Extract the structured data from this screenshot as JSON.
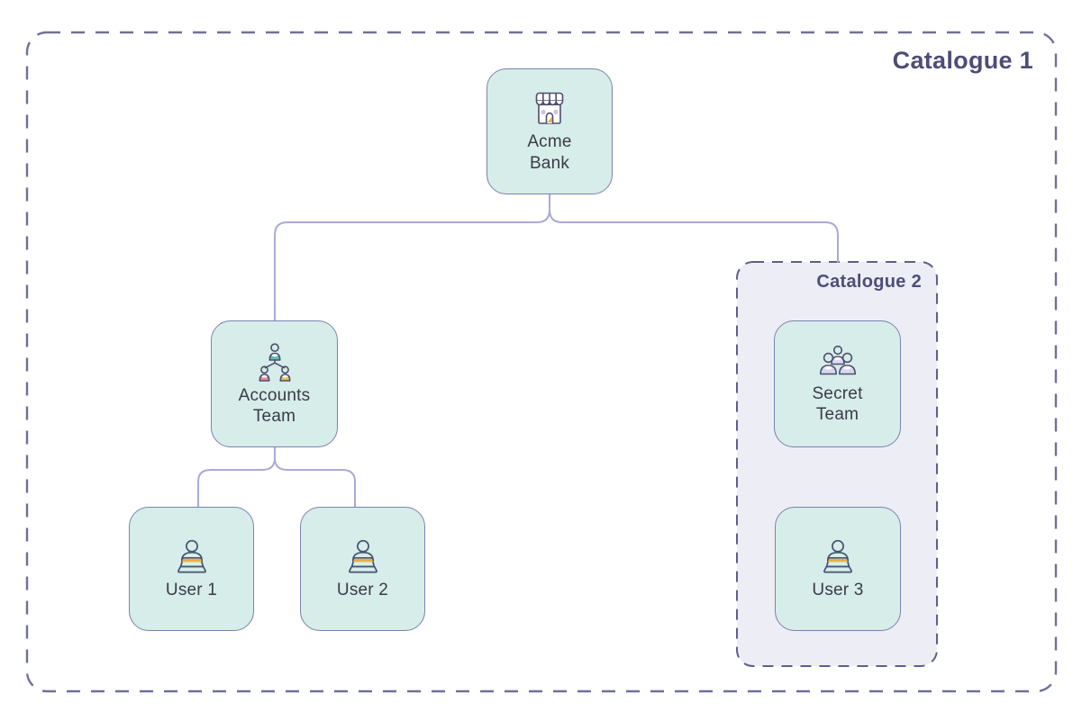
{
  "diagram": {
    "catalogues": [
      {
        "id": "catalogue_1",
        "label": "Catalogue 1"
      },
      {
        "id": "catalogue_2",
        "label": "Catalogue 2",
        "inside": "catalogue_1"
      }
    ],
    "nodes": {
      "acme_bank": {
        "label": "Acme\nBank",
        "icon": "storefront-icon",
        "inside": "catalogue_1"
      },
      "accounts_team": {
        "label": "Accounts\nTeam",
        "icon": "org-hierarchy-icon",
        "inside": "catalogue_1"
      },
      "user_1": {
        "label": "User 1",
        "icon": "person-laptop-icon",
        "inside": "catalogue_1"
      },
      "user_2": {
        "label": "User 2",
        "icon": "person-laptop-icon",
        "inside": "catalogue_1"
      },
      "secret_team": {
        "label": "Secret\nTeam",
        "icon": "people-group-icon",
        "inside": "catalogue_2"
      },
      "user_3": {
        "label": "User 3",
        "icon": "person-laptop-icon",
        "inside": "catalogue_2"
      }
    },
    "edges": [
      {
        "from": "acme_bank",
        "to": "accounts_team"
      },
      {
        "from": "acme_bank",
        "to": "catalogue_2"
      },
      {
        "from": "accounts_team",
        "to": "user_1"
      },
      {
        "from": "accounts_team",
        "to": "user_2"
      }
    ],
    "colors": {
      "node_fill": "#d6ede9",
      "node_border": "#7d81ae",
      "node_text": "#3b3b48",
      "catalogue_label_text": "#4c4e78",
      "catalogue2_fill": "#ededf6",
      "outer_dash_border": "#6e709c",
      "catalogue2_dash_border": "#5d5f8a",
      "connector": "#a8abd4",
      "accent_yellow": "#e6b23e",
      "accent_teal": "#5abfb1",
      "accent_pink": "#ed8a93",
      "accent_lavender": "#c9c4e8"
    }
  }
}
